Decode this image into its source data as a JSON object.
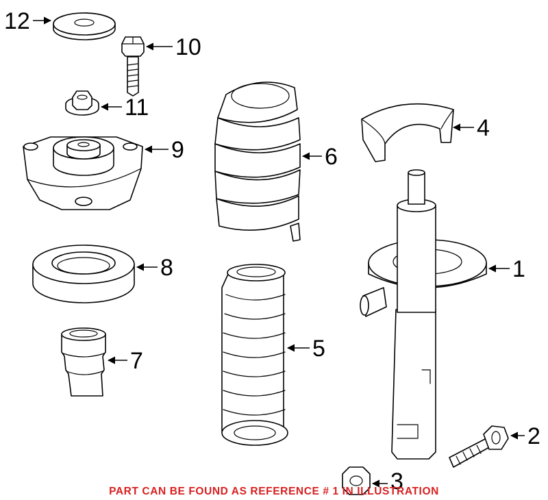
{
  "callouts": {
    "c1": "1",
    "c2": "2",
    "c3": "3",
    "c4": "4",
    "c5": "5",
    "c6": "6",
    "c7": "7",
    "c8": "8",
    "c9": "9",
    "c10": "10",
    "c11": "11",
    "c12": "12"
  },
  "notice": "PART CAN BE FOUND AS REFERENCE # 1 IN ILLUSTRATION",
  "colors": {
    "notice": "#d81f1f",
    "line": "#000000",
    "background": "#ffffff"
  }
}
